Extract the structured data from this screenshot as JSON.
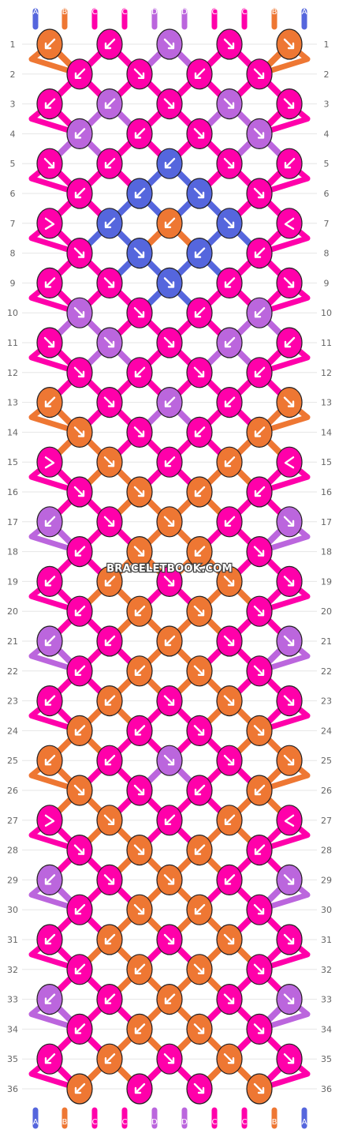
{
  "site_watermark": "BRACELETBOOK.COM",
  "colors": {
    "A": "#5566dd",
    "B": "#ee7733",
    "C": "#ff00aa",
    "D": "#bb66dd",
    "knot_outline": "#222222",
    "grid_line": "#e6e6e6",
    "row_label": "#666666"
  },
  "strings": [
    "A",
    "B",
    "C",
    "C",
    "D",
    "D",
    "C",
    "C",
    "B",
    "A"
  ],
  "row_numbers": [
    "1",
    "2",
    "3",
    "4",
    "5",
    "6",
    "7",
    "8",
    "9",
    "10",
    "11",
    "12",
    "13",
    "14",
    "15",
    "16",
    "17",
    "18",
    "19",
    "20",
    "21",
    "22",
    "23",
    "24",
    "25",
    "26",
    "27",
    "28",
    "29",
    "30",
    "31",
    "32",
    "33",
    "34",
    "35",
    "36"
  ],
  "knot_rows": [
    [
      {
        "c": "B",
        "d": "ld"
      },
      {
        "c": "C",
        "d": "ld"
      },
      {
        "c": "D",
        "d": "rd"
      },
      {
        "c": "C",
        "d": "rd"
      },
      {
        "c": "B",
        "d": "rd"
      }
    ],
    [
      {
        "c": "C",
        "d": "ld"
      },
      {
        "c": "C",
        "d": "rd"
      },
      {
        "c": "C",
        "d": "ld"
      },
      {
        "c": "C",
        "d": "rd"
      }
    ],
    [
      {
        "c": "C",
        "d": "ld"
      },
      {
        "c": "D",
        "d": "ld"
      },
      {
        "c": "C",
        "d": "rd"
      },
      {
        "c": "D",
        "d": "rd"
      },
      {
        "c": "C",
        "d": "rd"
      }
    ],
    [
      {
        "c": "D",
        "d": "ld"
      },
      {
        "c": "C",
        "d": "ld"
      },
      {
        "c": "C",
        "d": "rd"
      },
      {
        "c": "D",
        "d": "rd"
      }
    ],
    [
      {
        "c": "C",
        "d": "rd"
      },
      {
        "c": "C",
        "d": "ld"
      },
      {
        "c": "A",
        "d": "ld"
      },
      {
        "c": "C",
        "d": "rd"
      },
      {
        "c": "C",
        "d": "ld"
      }
    ],
    [
      {
        "c": "C",
        "d": "ld"
      },
      {
        "c": "A",
        "d": "ld"
      },
      {
        "c": "A",
        "d": "rd"
      },
      {
        "c": "C",
        "d": "rd"
      }
    ],
    [
      {
        "c": "C",
        "d": "r"
      },
      {
        "c": "A",
        "d": "ld"
      },
      {
        "c": "B",
        "d": "ld"
      },
      {
        "c": "A",
        "d": "rd"
      },
      {
        "c": "C",
        "d": "l"
      }
    ],
    [
      {
        "c": "C",
        "d": "rd"
      },
      {
        "c": "A",
        "d": "rd"
      },
      {
        "c": "A",
        "d": "ld"
      },
      {
        "c": "C",
        "d": "ld"
      }
    ],
    [
      {
        "c": "C",
        "d": "ld"
      },
      {
        "c": "C",
        "d": "rd"
      },
      {
        "c": "A",
        "d": "rd"
      },
      {
        "c": "C",
        "d": "ld"
      },
      {
        "c": "C",
        "d": "rd"
      }
    ],
    [
      {
        "c": "D",
        "d": "rd"
      },
      {
        "c": "C",
        "d": "rd"
      },
      {
        "c": "C",
        "d": "ld"
      },
      {
        "c": "D",
        "d": "ld"
      }
    ],
    [
      {
        "c": "C",
        "d": "rd"
      },
      {
        "c": "D",
        "d": "rd"
      },
      {
        "c": "C",
        "d": "rd"
      },
      {
        "c": "D",
        "d": "ld"
      },
      {
        "c": "C",
        "d": "ld"
      }
    ],
    [
      {
        "c": "C",
        "d": "rd"
      },
      {
        "c": "C",
        "d": "ld"
      },
      {
        "c": "C",
        "d": "rd"
      },
      {
        "c": "C",
        "d": "ld"
      }
    ],
    [
      {
        "c": "B",
        "d": "ld"
      },
      {
        "c": "C",
        "d": "rd"
      },
      {
        "c": "D",
        "d": "ld"
      },
      {
        "c": "C",
        "d": "ld"
      },
      {
        "c": "B",
        "d": "rd"
      }
    ],
    [
      {
        "c": "B",
        "d": "rd"
      },
      {
        "c": "C",
        "d": "rd"
      },
      {
        "c": "C",
        "d": "ld"
      },
      {
        "c": "B",
        "d": "ld"
      }
    ],
    [
      {
        "c": "C",
        "d": "r"
      },
      {
        "c": "B",
        "d": "rd"
      },
      {
        "c": "C",
        "d": "ld"
      },
      {
        "c": "B",
        "d": "ld"
      },
      {
        "c": "C",
        "d": "l"
      }
    ],
    [
      {
        "c": "C",
        "d": "rd"
      },
      {
        "c": "B",
        "d": "rd"
      },
      {
        "c": "B",
        "d": "ld"
      },
      {
        "c": "C",
        "d": "ld"
      }
    ],
    [
      {
        "c": "D",
        "d": "ld"
      },
      {
        "c": "C",
        "d": "rd"
      },
      {
        "c": "B",
        "d": "rd"
      },
      {
        "c": "C",
        "d": "ld"
      },
      {
        "c": "D",
        "d": "rd"
      }
    ],
    [
      {
        "c": "C",
        "d": "ld"
      },
      {
        "c": "B",
        "d": "rd"
      },
      {
        "c": "B",
        "d": "ld"
      },
      {
        "c": "C",
        "d": "rd"
      }
    ],
    [
      {
        "c": "C",
        "d": "ld"
      },
      {
        "c": "B",
        "d": "ld"
      },
      {
        "c": "C",
        "d": "rd"
      },
      {
        "c": "B",
        "d": "rd"
      },
      {
        "c": "C",
        "d": "rd"
      }
    ],
    [
      {
        "c": "C",
        "d": "ld"
      },
      {
        "c": "B",
        "d": "ld"
      },
      {
        "c": "B",
        "d": "rd"
      },
      {
        "c": "C",
        "d": "rd"
      }
    ],
    [
      {
        "c": "D",
        "d": "ld"
      },
      {
        "c": "C",
        "d": "ld"
      },
      {
        "c": "B",
        "d": "ld"
      },
      {
        "c": "C",
        "d": "rd"
      },
      {
        "c": "D",
        "d": "rd"
      }
    ],
    [
      {
        "c": "C",
        "d": "ld"
      },
      {
        "c": "B",
        "d": "ld"
      },
      {
        "c": "B",
        "d": "rd"
      },
      {
        "c": "C",
        "d": "rd"
      }
    ],
    [
      {
        "c": "C",
        "d": "ld"
      },
      {
        "c": "B",
        "d": "ld"
      },
      {
        "c": "C",
        "d": "rd"
      },
      {
        "c": "B",
        "d": "rd"
      },
      {
        "c": "C",
        "d": "rd"
      }
    ],
    [
      {
        "c": "B",
        "d": "ld"
      },
      {
        "c": "C",
        "d": "ld"
      },
      {
        "c": "C",
        "d": "rd"
      },
      {
        "c": "B",
        "d": "rd"
      }
    ],
    [
      {
        "c": "B",
        "d": "ld"
      },
      {
        "c": "C",
        "d": "ld"
      },
      {
        "c": "D",
        "d": "rd"
      },
      {
        "c": "C",
        "d": "rd"
      },
      {
        "c": "B",
        "d": "rd"
      }
    ],
    [
      {
        "c": "B",
        "d": "rd"
      },
      {
        "c": "C",
        "d": "rd"
      },
      {
        "c": "C",
        "d": "ld"
      },
      {
        "c": "B",
        "d": "ld"
      }
    ],
    [
      {
        "c": "C",
        "d": "r"
      },
      {
        "c": "B",
        "d": "rd"
      },
      {
        "c": "C",
        "d": "ld"
      },
      {
        "c": "B",
        "d": "ld"
      },
      {
        "c": "C",
        "d": "l"
      }
    ],
    [
      {
        "c": "C",
        "d": "rd"
      },
      {
        "c": "B",
        "d": "rd"
      },
      {
        "c": "B",
        "d": "ld"
      },
      {
        "c": "C",
        "d": "ld"
      }
    ],
    [
      {
        "c": "D",
        "d": "ld"
      },
      {
        "c": "C",
        "d": "rd"
      },
      {
        "c": "B",
        "d": "rd"
      },
      {
        "c": "C",
        "d": "ld"
      },
      {
        "c": "D",
        "d": "rd"
      }
    ],
    [
      {
        "c": "C",
        "d": "ld"
      },
      {
        "c": "B",
        "d": "rd"
      },
      {
        "c": "B",
        "d": "ld"
      },
      {
        "c": "C",
        "d": "rd"
      }
    ],
    [
      {
        "c": "C",
        "d": "ld"
      },
      {
        "c": "B",
        "d": "ld"
      },
      {
        "c": "C",
        "d": "rd"
      },
      {
        "c": "B",
        "d": "rd"
      },
      {
        "c": "C",
        "d": "rd"
      }
    ],
    [
      {
        "c": "C",
        "d": "ld"
      },
      {
        "c": "B",
        "d": "ld"
      },
      {
        "c": "B",
        "d": "rd"
      },
      {
        "c": "C",
        "d": "rd"
      }
    ],
    [
      {
        "c": "D",
        "d": "ld"
      },
      {
        "c": "C",
        "d": "ld"
      },
      {
        "c": "B",
        "d": "ld"
      },
      {
        "c": "C",
        "d": "rd"
      },
      {
        "c": "D",
        "d": "rd"
      }
    ],
    [
      {
        "c": "C",
        "d": "ld"
      },
      {
        "c": "B",
        "d": "ld"
      },
      {
        "c": "B",
        "d": "rd"
      },
      {
        "c": "C",
        "d": "rd"
      }
    ],
    [
      {
        "c": "C",
        "d": "ld"
      },
      {
        "c": "B",
        "d": "ld"
      },
      {
        "c": "C",
        "d": "rd"
      },
      {
        "c": "B",
        "d": "rd"
      },
      {
        "c": "C",
        "d": "rd"
      }
    ],
    [
      {
        "c": "B",
        "d": "ld"
      },
      {
        "c": "C",
        "d": "ld"
      },
      {
        "c": "C",
        "d": "rd"
      },
      {
        "c": "B",
        "d": "rd"
      }
    ]
  ]
}
